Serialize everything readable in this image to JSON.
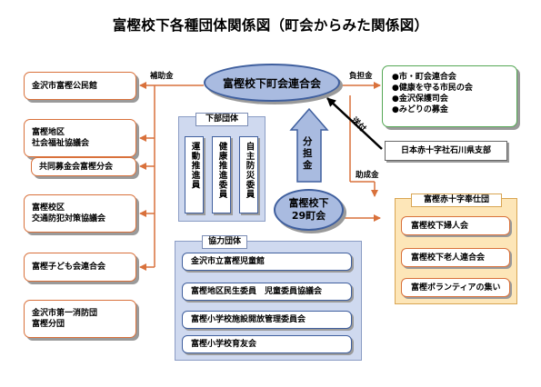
{
  "title": "富樫校下各種団体関係図（町会からみた関係図）",
  "center": {
    "line1": "富樫校下町会連合会"
  },
  "district": {
    "line1": "富樫校下",
    "line2": "29町会"
  },
  "left_boxes": [
    {
      "lines": [
        "金沢市富樫公民館"
      ]
    },
    {
      "lines": [
        "富樫地区",
        "社会福祉協議会"
      ]
    },
    {
      "lines": [
        "共同募金会富樫分会"
      ]
    },
    {
      "lines": [
        "富樫校区",
        "交通防犯対策協議会"
      ]
    },
    {
      "lines": [
        "富樫子ども会連合会"
      ]
    },
    {
      "lines": [
        "金沢市第一消防団",
        "富樫分団"
      ]
    }
  ],
  "labels": {
    "subsidy": "補助金",
    "burden": "負担金",
    "grant": "助成金",
    "quota": "分担金",
    "delivery": "送付"
  },
  "green_box": [
    "●市・町会連合会",
    "●健康を守る市民の会",
    "●金沢保護司会",
    "●みどりの募金"
  ],
  "red_cross_branch": "日本赤十字社石川県支部",
  "sub_groups": {
    "title": "下部団体",
    "items": [
      "運動推進員",
      "健康推進委員",
      "自主防災委員"
    ]
  },
  "coop_groups": {
    "title": "協力団体",
    "items": [
      "金沢市立富樫児童館",
      "富樫地区民生委員　児童委員協議会",
      "富樫小学校施設開放管理委員会",
      "富樫小学校育友会"
    ]
  },
  "red_cross_service": {
    "title": "富樫赤十字奉仕団",
    "items": [
      "富樫校下婦人会",
      "富樫校下老人連合会",
      "富樫ボランティアの集い"
    ]
  },
  "colors": {
    "orange": "#d9713b",
    "blue": "#3f5f9e",
    "oval_fill": "#a9bbe0",
    "green": "#55a855",
    "panel_blue": "#cfd9ef",
    "panel_orange": "#fde6b8"
  }
}
